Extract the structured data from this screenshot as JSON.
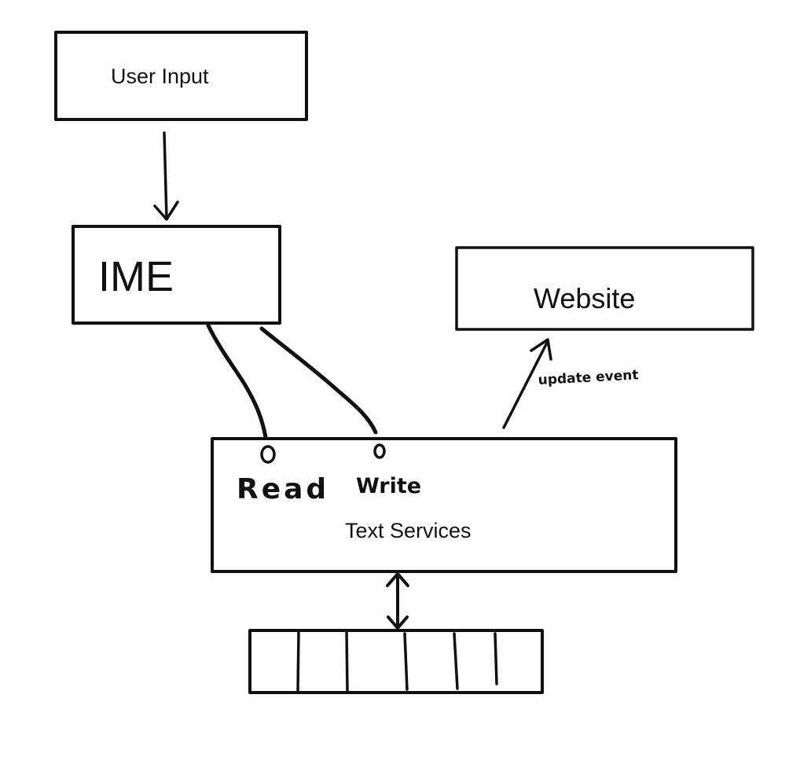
{
  "nodes": {
    "user_input": {
      "label": "User Input"
    },
    "ime": {
      "label": "IME"
    },
    "website": {
      "label": "Website"
    },
    "text_services": {
      "label": "Text Services"
    },
    "buffer": {
      "label": ""
    }
  },
  "ports": {
    "read": {
      "label": "Read"
    },
    "write": {
      "label": "Write"
    }
  },
  "edges": {
    "update_event": {
      "label": "update event"
    }
  },
  "colors": {
    "stroke": "#111111",
    "background": "#ffffff"
  }
}
